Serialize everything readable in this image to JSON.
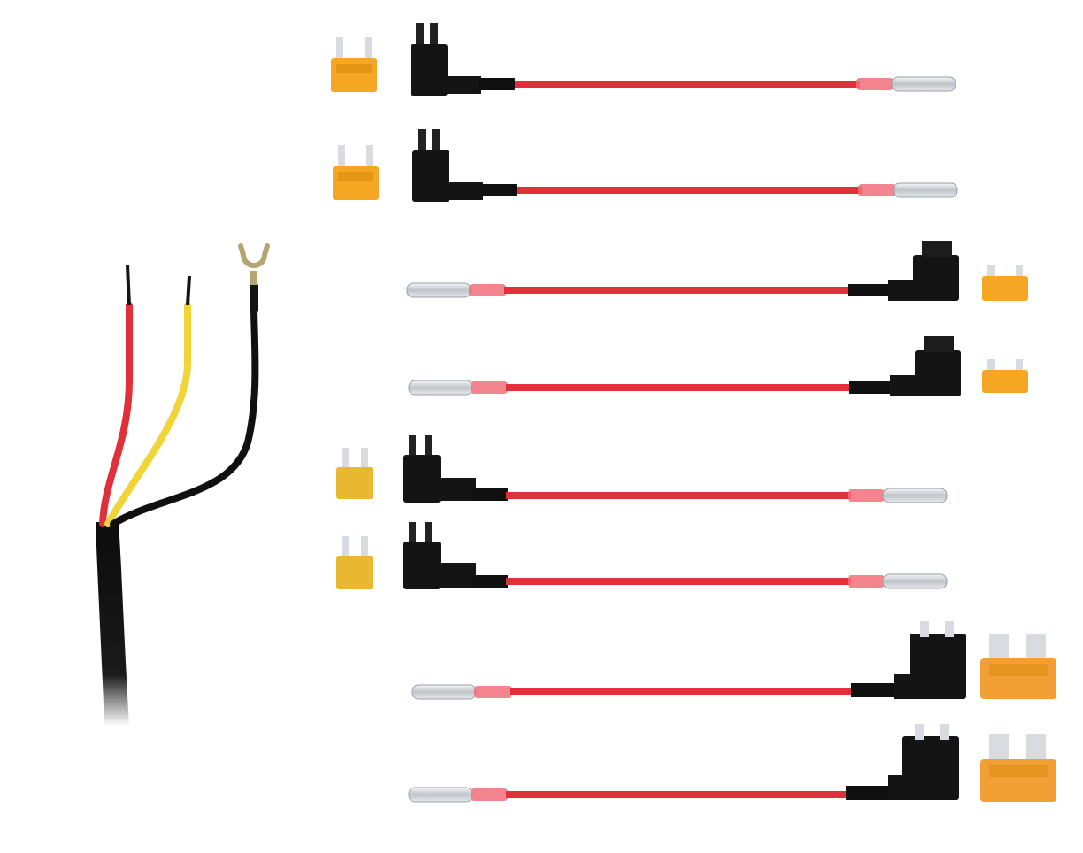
{
  "colors": {
    "background": "#ffffff",
    "wire_red": "#e0303a",
    "wire_yellow": "#f0d438",
    "wire_black": "#101010",
    "holder_black": "#141414",
    "fuse_amber": "#f5a623",
    "fuse_amber_dark": "#d98a0c",
    "fuse_yellow": "#eab830",
    "fuse_orange": "#f2a035",
    "terminal_silver": "#cfd3d8",
    "heat_shrink": "#f26f7a",
    "ring_terminal": "#b7a473"
  },
  "objects": [
    {
      "type": "power-cable-bundle",
      "wires": [
        "red",
        "yellow",
        "black"
      ],
      "end": "ring-terminal"
    },
    {
      "type": "fuse-tap",
      "size": "mini",
      "fuse_color": "amber",
      "orientation": "right"
    },
    {
      "type": "fuse-tap",
      "size": "mini",
      "fuse_color": "amber",
      "orientation": "right"
    },
    {
      "type": "fuse-tap",
      "size": "low-profile-mini",
      "fuse_color": "amber",
      "orientation": "left"
    },
    {
      "type": "fuse-tap",
      "size": "low-profile-mini",
      "fuse_color": "amber",
      "orientation": "left"
    },
    {
      "type": "fuse-tap",
      "size": "micro",
      "fuse_color": "yellow",
      "orientation": "right"
    },
    {
      "type": "fuse-tap",
      "size": "micro",
      "fuse_color": "yellow",
      "orientation": "right"
    },
    {
      "type": "fuse-tap",
      "size": "standard",
      "fuse_color": "orange",
      "orientation": "left"
    },
    {
      "type": "fuse-tap",
      "size": "standard",
      "fuse_color": "orange",
      "orientation": "left"
    }
  ]
}
